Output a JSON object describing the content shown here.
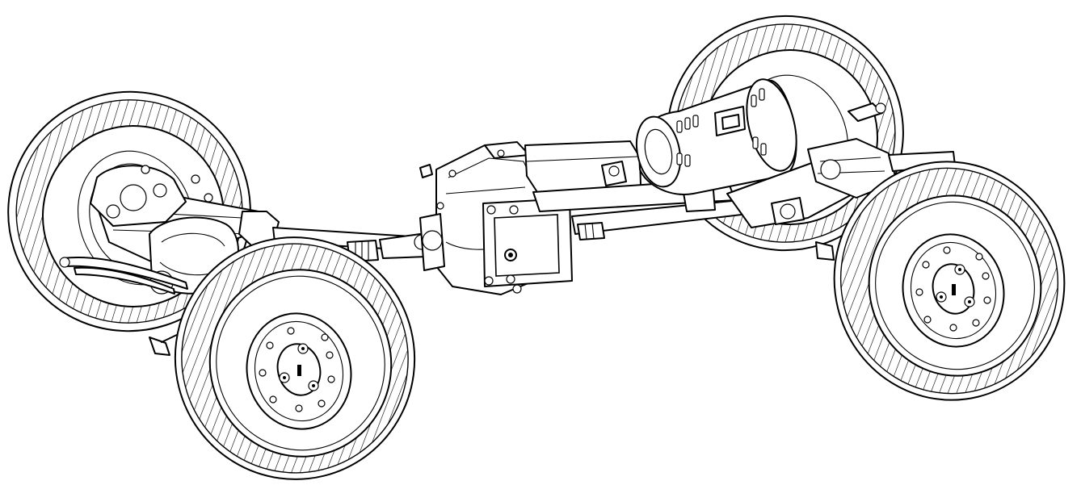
{
  "figure": {
    "subject": "",
    "components": [
      {
        "id": "rear-left-wheel",
        "icon": "tire-icon"
      },
      {
        "id": "rear-right-wheel",
        "icon": "tire-icon"
      },
      {
        "id": "front-left-wheel",
        "icon": "tire-icon"
      },
      {
        "id": "front-right-wheel",
        "icon": "tire-icon"
      },
      {
        "id": "rear-axle",
        "icon": "axle-icon"
      },
      {
        "id": "front-axle",
        "icon": "axle-icon"
      },
      {
        "id": "drive-shaft",
        "icon": "shaft-icon"
      },
      {
        "id": "gearbox",
        "icon": "gearbox-icon"
      },
      {
        "id": "electric-motor",
        "icon": "motor-icon"
      },
      {
        "id": "control-box",
        "icon": "box-icon"
      },
      {
        "id": "leaf-spring",
        "icon": "spring-icon"
      }
    ],
    "colors": {
      "line": "#000000",
      "background": "#ffffff"
    }
  }
}
